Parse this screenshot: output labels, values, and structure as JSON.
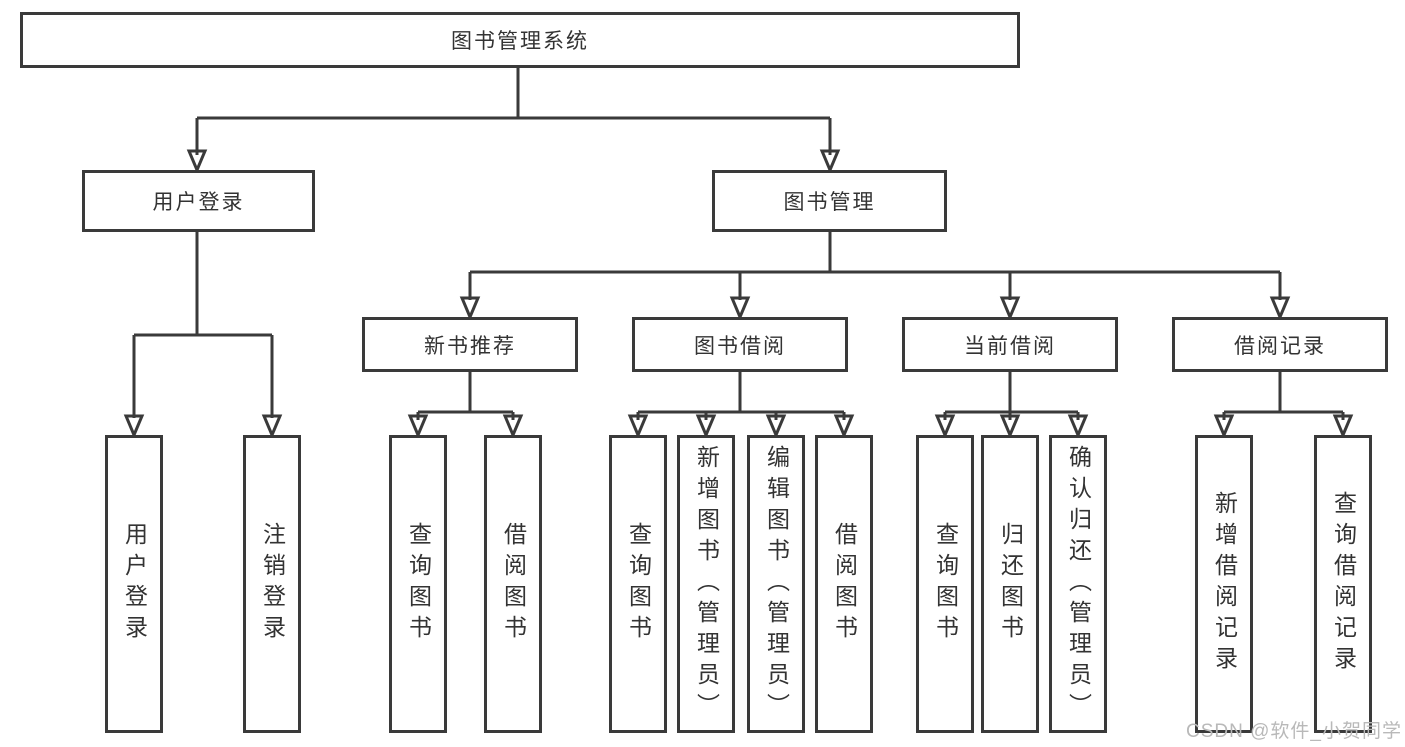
{
  "colors": {
    "line": "#3a3a3a",
    "border": "#3a3a3a",
    "text": "#333333",
    "background": "#ffffff",
    "watermark": "#b9b9b9"
  },
  "watermark": "CSDN @软件_小贺同学",
  "tree": {
    "root": {
      "label": "图书管理系统"
    },
    "branches": [
      {
        "label": "用户登录",
        "children": [
          {
            "label": "用户登录"
          },
          {
            "label": "注销登录"
          }
        ]
      },
      {
        "label": "图书管理",
        "children": [
          {
            "label": "新书推荐",
            "children": [
              {
                "label": "查询图书"
              },
              {
                "label": "借阅图书"
              }
            ]
          },
          {
            "label": "图书借阅",
            "children": [
              {
                "label": "查询图书"
              },
              {
                "label": "新增图书（管理员）"
              },
              {
                "label": "编辑图书（管理员）"
              },
              {
                "label": "借阅图书"
              }
            ]
          },
          {
            "label": "当前借阅",
            "children": [
              {
                "label": "查询图书"
              },
              {
                "label": "归还图书"
              },
              {
                "label": "确认归还（管理员）"
              }
            ]
          },
          {
            "label": "借阅记录",
            "children": [
              {
                "label": "新增借阅记录"
              },
              {
                "label": "查询借阅记录"
              }
            ]
          }
        ]
      }
    ]
  }
}
